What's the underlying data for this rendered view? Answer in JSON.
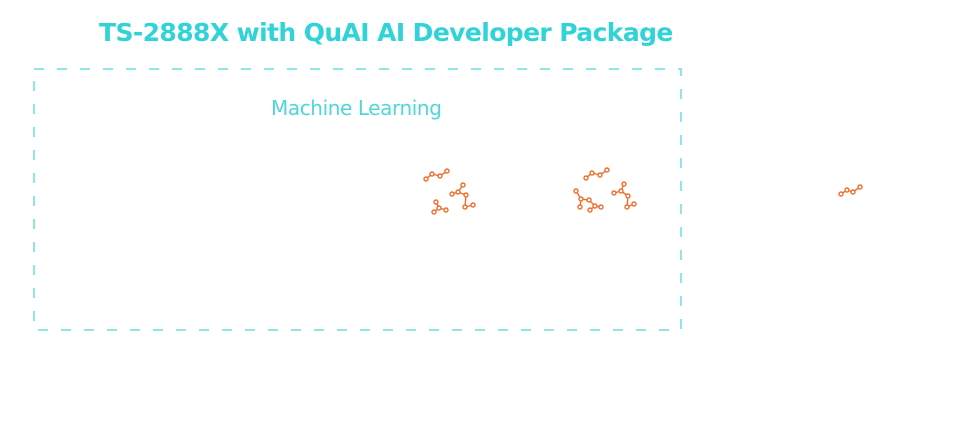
{
  "title": "TS-2888X with QuAI AI Developer Package",
  "container": {
    "label": "Machine Learning",
    "border_color": "#8de6e8"
  },
  "icons": {
    "accent_color": "#f26b2a",
    "groups": [
      {
        "name": "molecule-cluster-1",
        "icon": "molecule-icon"
      },
      {
        "name": "molecule-cluster-2",
        "icon": "molecule-icon"
      },
      {
        "name": "molecule-chain",
        "icon": "molecule-icon"
      }
    ]
  }
}
